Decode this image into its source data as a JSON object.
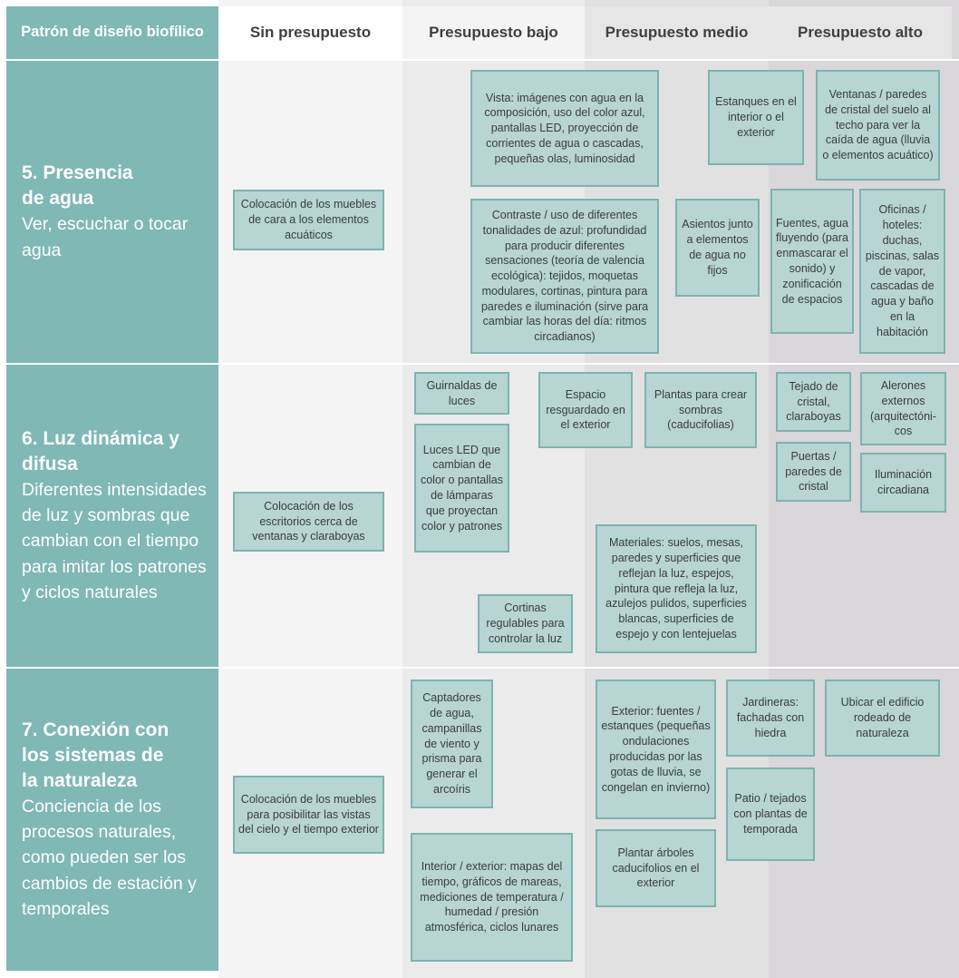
{
  "header": {
    "pattern_label": "Patrón de diseño biofílico",
    "columns": [
      "Sin presupuesto",
      "Presupuesto bajo",
      "Presupuesto medio",
      "Presupuesto alto"
    ]
  },
  "rows": [
    {
      "title": "5. Presencia de agua",
      "description": "Ver, escuchar o tocar agua",
      "items": [
        "Colocación de los muebles de cara a los elementos acuáticos",
        "Vista: imágenes con agua en la composición, uso del color azul, pantallas LED, proyección de corrientes de agua o cascadas, pequeñas olas, luminosidad",
        "Contraste / uso de diferentes tonalidades de azul: profundidad para producir diferentes sensaciones (teoría de valencia ecológica): tejidos, moquetas modulares, cortinas, pintura para paredes e iluminación (sirve para cambiar las horas del día: ritmos circadianos)",
        "Estanques en el interior o el exterior",
        "Asientos junto a elementos de agua no fijos",
        "Ventanas / paredes de cristal del suelo al techo para ver la caída de agua (lluvia o elementos acuático)",
        "Fuentes, agua fluyendo (para enmascarar el sonido) y zonificación de espacios",
        "Oficinas / hoteles: duchas, piscinas, salas de vapor, cascadas de agua y baño en la habitación"
      ]
    },
    {
      "title": "6. Luz dinámica y difusa",
      "description": "Diferentes intensidades de luz y sombras que cambian con el tiempo para imitar los patrones y ciclos naturales",
      "items": [
        "Colocación de los escritorios cerca de ventanas y claraboyas",
        "Guirnaldas de luces",
        "Luces LED que cambian de color o pantallas de lámparas que proyectan color y patrones",
        "Cortinas regulables para controlar la luz",
        "Espacio resguardado en el exterior",
        "Plantas para crear sombras (caducifolias)",
        "Materiales: suelos, mesas, paredes y superficies que reflejan la luz, espejos, pintura que refleja la luz, azulejos pulidos, superficies blancas, superficies de espejo y con lentejuelas",
        "Tejado de cristal, claraboyas",
        "Alerones externos (arquitectóni-cos",
        "Puertas / paredes de cristal",
        "Iluminación circadiana"
      ]
    },
    {
      "title": "7. Conexión con los sistemas de la naturaleza",
      "description": "Conciencia de los procesos naturales, como pueden ser los cambios de estación y temporales",
      "items": [
        "Colocación de los muebles para posibilitar las vistas del cielo y el tiempo exterior",
        "Captadores de agua, campanillas de viento y prisma para generar el arcoíris",
        "Interior / exterior: mapas del tiempo, gráficos de mareas, mediciones de temperatura / humedad / presión atmosférica, ciclos lunares",
        "Exterior: fuentes / estanques (pequeñas ondulaciones producidas por las gotas de lluvia, se congelan en invierno)",
        "Plantar árboles caducifolios en el exterior",
        "Jardineras: fachadas con hiedra",
        "Patio / tejados con plantas de temporada",
        "Ubicar el edificio rodeado de naturaleza"
      ]
    }
  ],
  "colors": {
    "teal": "#7fb8b5",
    "box_fill": "#b6d5d3",
    "box_border": "#7db3af",
    "col_sin": "#f4f4f4",
    "col_bajo": "#ebebec",
    "col_medio": "#e2e1e2",
    "col_alto": "#d9d7d9"
  }
}
